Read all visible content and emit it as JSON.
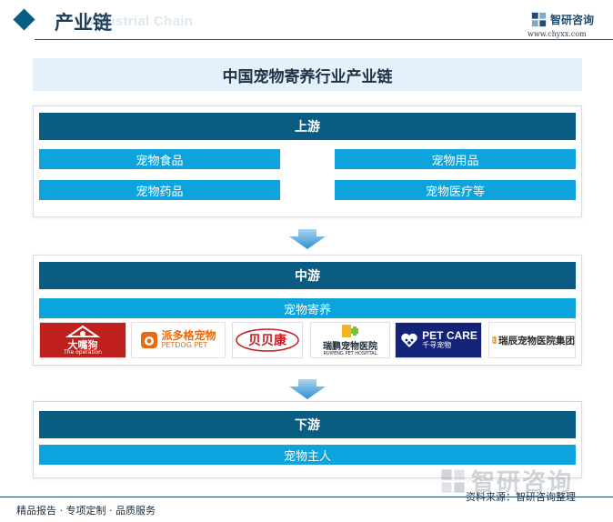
{
  "header": {
    "title": "产业链",
    "subtitle": "Industrial Chain",
    "brand_name": "智研咨询",
    "brand_url": "www.chyxx.com"
  },
  "main_title": "中国宠物寄养行业产业链",
  "upstream": {
    "label": "上游",
    "items": [
      "宠物食品",
      "宠物用品",
      "宠物药品",
      "宠物医疗等"
    ]
  },
  "midstream": {
    "label": "中游",
    "items": [
      "宠物寄养"
    ],
    "logos": [
      {
        "text": "大嘴狗",
        "sub": "The operation",
        "bg": "#c0201d",
        "fg": "#ffffff"
      },
      {
        "text": "派多格宠物",
        "sub": "PETDOG PET",
        "bg": "#ffffff",
        "fg": "#e86a12"
      },
      {
        "text": "贝贝康",
        "sub": "",
        "bg": "#ffffff",
        "fg": "#c81d25"
      },
      {
        "text": "瑞鹏宠物医院",
        "sub": "RUIPENG PET HOSPITAL",
        "bg": "#ffffff",
        "fg": "#1f2a35"
      },
      {
        "text": "PET CARE",
        "sub": "千寻宠物",
        "bg": "#13237a",
        "fg": "#ffffff"
      },
      {
        "text": "瑞辰宠物医院集团",
        "sub": "",
        "bg": "#ffffff",
        "fg": "#2a2a2a"
      }
    ]
  },
  "downstream": {
    "label": "下游",
    "items": [
      "宠物主人"
    ]
  },
  "source": "资料来源：智研咨询整理",
  "footer": "精品报告 · 专项定制 · 品质服务",
  "colors": {
    "stage_header": "#0b5c82",
    "item_bar": "#0da4dd",
    "title_band": "#e4f0fa",
    "arrow": "#2f8fd0"
  }
}
